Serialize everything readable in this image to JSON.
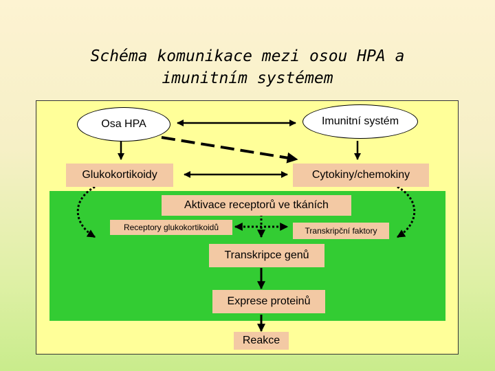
{
  "title": {
    "line1": "Schéma komunikace mezi osou HPA a",
    "line2": "imunitním systémem"
  },
  "nodes": {
    "osa_hpa": "Osa HPA",
    "imunitni_system": "Imunitní systém",
    "glukokortikoidy": "Glukokortikoidy",
    "cytokiny": "Cytokiny/chemokiny",
    "aktivace": "Aktivace receptorů ve tkáních",
    "receptory_gluko": "Receptory glukokortikoidů",
    "transkripcni_faktory": "Transkripční faktory",
    "transkripce_genu": "Transkripce genů",
    "exprese_proteinu": "Exprese proteinů",
    "reakce": "Reakce"
  },
  "colors": {
    "panel": "#ffff99",
    "green_area": "#33cc33",
    "box_fill": "#f3c9a4",
    "ellipse_fill": "#ffffff"
  }
}
